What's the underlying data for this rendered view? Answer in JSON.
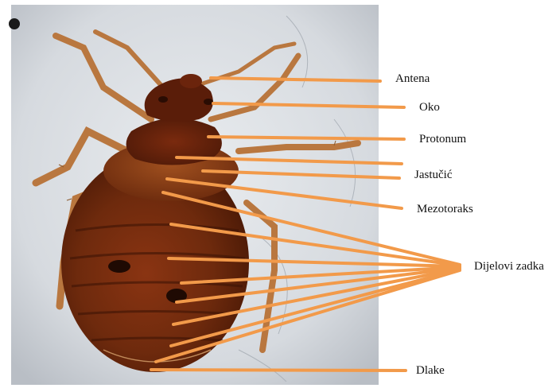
{
  "labels": {
    "antenna": "Antena",
    "eye": "Oko",
    "pronotum": "Protonum",
    "pad": "Jastučić",
    "mesothorax": "Mezotoraks",
    "abdomen_parts": "Dijelovi zadka",
    "hairs": "Dlake"
  },
  "colors": {
    "leader_line": "#f29a4a",
    "background": "#ffffff",
    "photo_bg": "#d9dde2",
    "insect_body": "#7a2d10",
    "insect_legs": "#b9773f"
  }
}
